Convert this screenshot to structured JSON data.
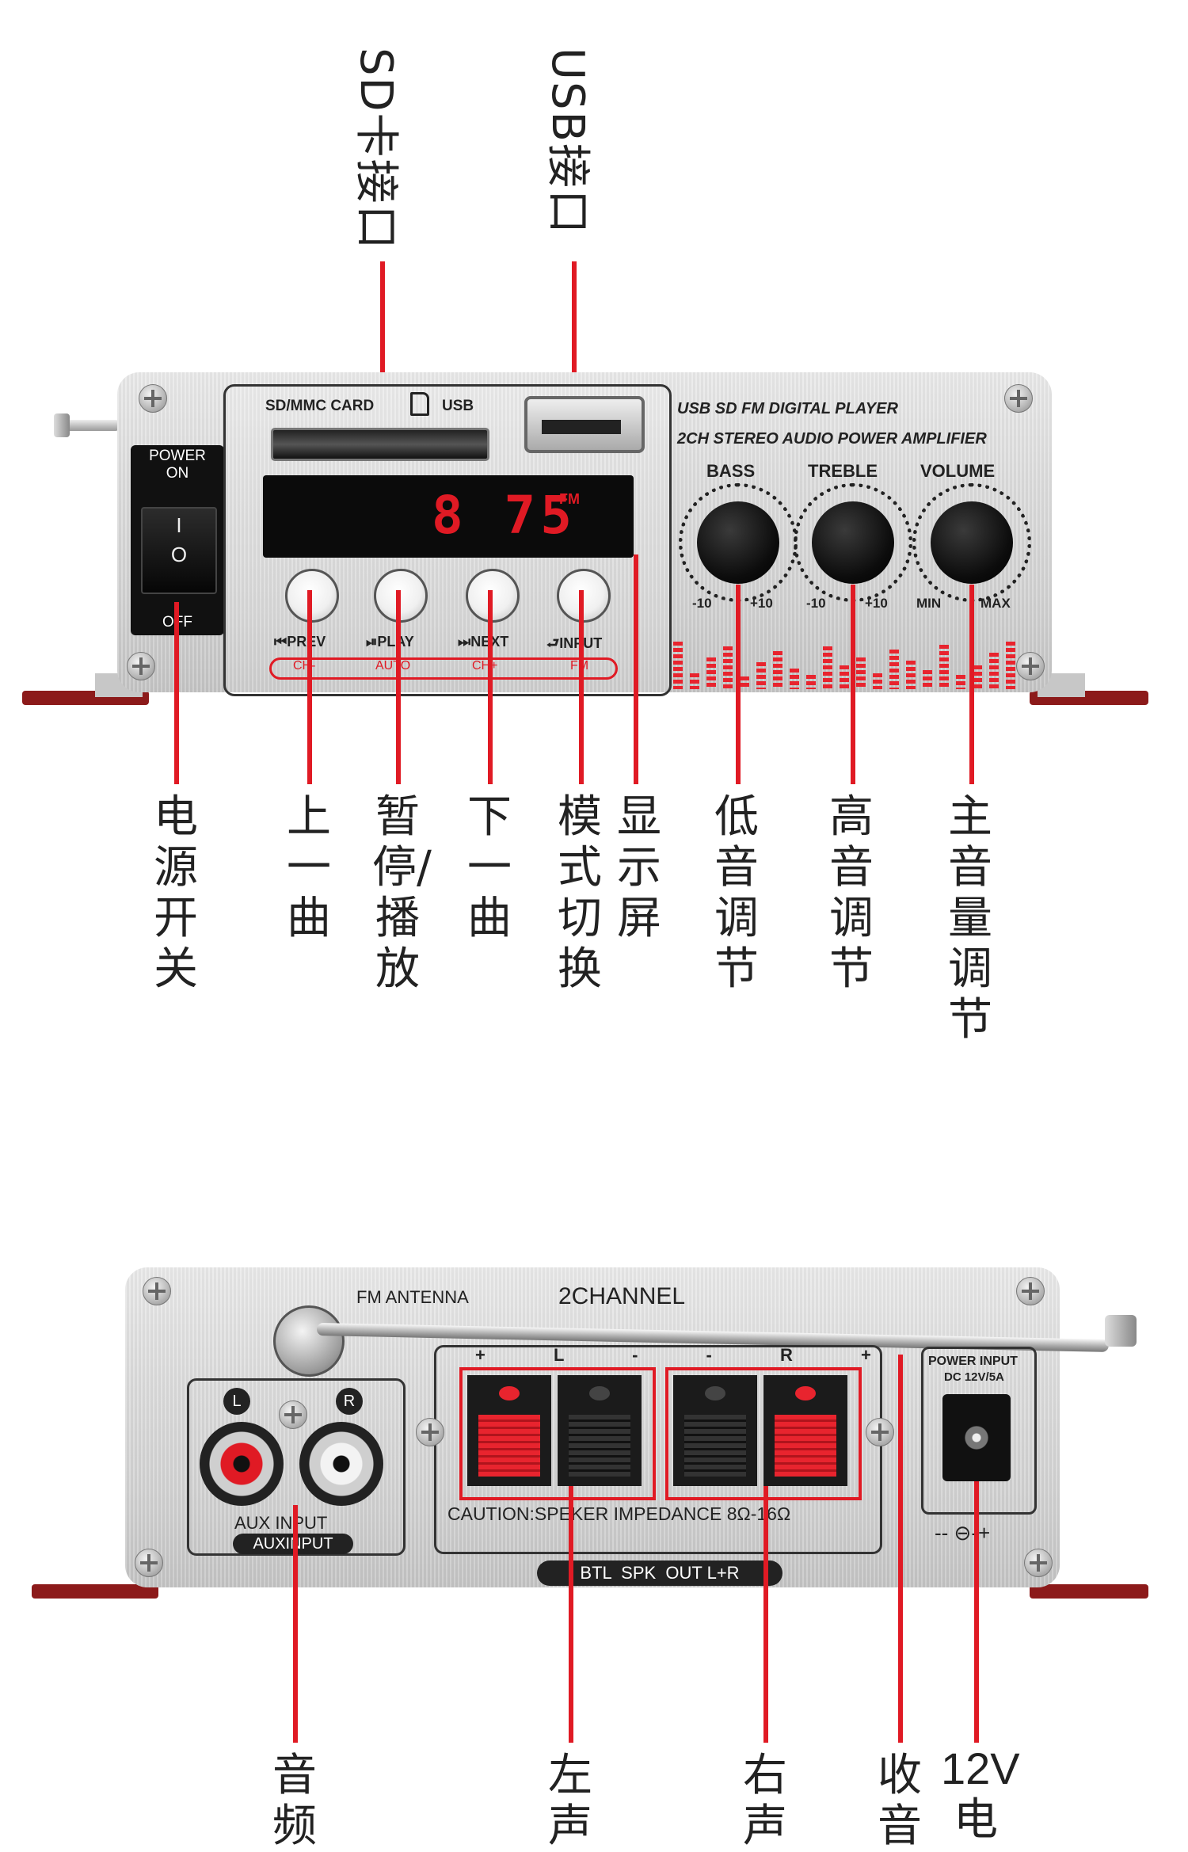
{
  "front": {
    "sd_label": "SD/MMC CARD",
    "usb_label": "USB",
    "power_on": "POWER\nON",
    "power_off": "OFF",
    "switch_i": "I",
    "switch_o": "O",
    "display_digits": "8 75",
    "display_fm": "FM",
    "title1": "USB SD FM DIGITAL PLAYER",
    "title2": "2CH STEREO AUDIO POWER AMPLIFIER",
    "knobs": [
      {
        "name": "BASS",
        "min": "-10",
        "max": "+10"
      },
      {
        "name": "TREBLE",
        "min": "-10",
        "max": "+10"
      },
      {
        "name": "VOLUME",
        "min": "MIN",
        "max": "MAX"
      }
    ],
    "buttons": [
      {
        "top": "⏮PREV",
        "bottom": "CH-"
      },
      {
        "top": "⏯PLAY",
        "bottom": "AUTO"
      },
      {
        "top": "⏭NEXT",
        "bottom": "CH+"
      },
      {
        "top": "⮐INPUT",
        "bottom": "FM"
      }
    ],
    "top_callouts": [
      "SD卡接口",
      "USB接口"
    ],
    "bottom_callouts": [
      "电源开关",
      "上一曲",
      "暂停/播放",
      "下一曲",
      "模式切换",
      "显示屏",
      "低音调节",
      "高音调节",
      "主音量调节"
    ]
  },
  "rear": {
    "fm_antenna": "FM ANTENNA",
    "channel": "2CHANNEL",
    "L": "L",
    "R": "R",
    "aux_input": "AUX INPUT",
    "aux_input2": "AUXINPUT",
    "caution": "CAUTION:SPEKER IMPEDANCE 8Ω-16Ω",
    "btl": "BTL  SPK  OUT L+R",
    "power_input": "POWER INPUT",
    "power_dc": "DC 12V/5A",
    "polarity": "-- ⊖-+",
    "spk_marks": "+  L  -  -  R  +",
    "bottom_callouts": [
      "音频",
      "左声",
      "右声",
      "收音",
      "12V",
      "电"
    ]
  }
}
